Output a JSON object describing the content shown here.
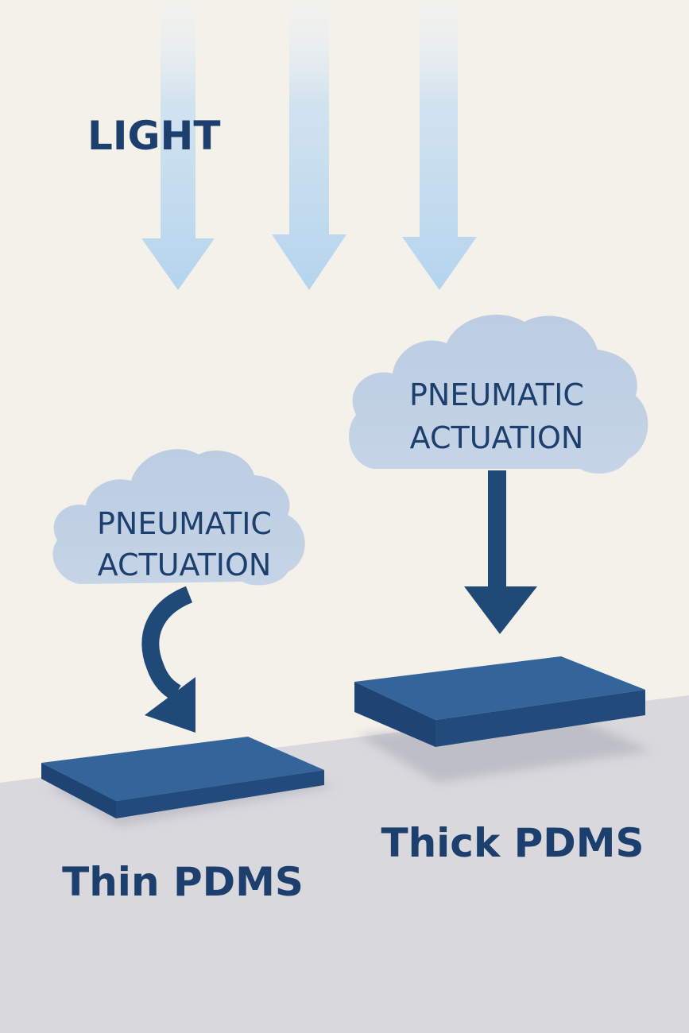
{
  "light_label": "LIGHT",
  "actuation_left": {
    "line1": "PNEUMATIC",
    "line2": "ACTUATION"
  },
  "actuation_right": {
    "line1": "PNEUMATIC",
    "line2": "ACTUATION"
  },
  "slab_left_label": "Thin PDMS",
  "slab_right_label": "Thick PDMS",
  "colors": {
    "background": "#f4f1ea",
    "floor": "#d7d7dc",
    "light_arrow": "#b9d6ec",
    "cloud": "#b8c9e0",
    "text_navy": "#1d3f6e",
    "arrow_navy": "#1f4a78",
    "slab_top": "#34659a",
    "slab_side": "#21497a"
  }
}
